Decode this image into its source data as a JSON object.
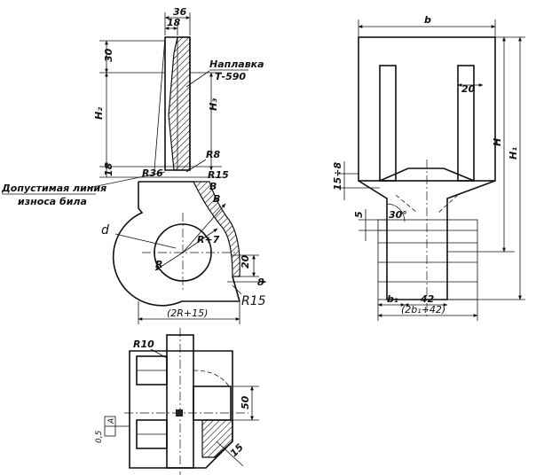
{
  "labels": {
    "dim_36": "36",
    "dim_18": "18",
    "dim_30": "30",
    "dim_H2": "H₂",
    "dim_H3": "H₃",
    "dim_18b": "18",
    "dim_R8": "R8",
    "dim_R36": "R36",
    "dim_R15a": "R15",
    "dim_B_small": "B",
    "naplavka_1": "Наплавка",
    "naplavka_2": "Т-590",
    "wear_1": "Допустимая линия",
    "wear_2": "износа била",
    "dim_d": "d",
    "dim_R": "R",
    "dim_R7": "R+7",
    "dim_20a": "20",
    "dim_8": "8",
    "dim_R15b": "R15",
    "dim_2R15": "(2R+15)",
    "dim_b": "b",
    "dim_20b": "20",
    "dim_H": "H",
    "dim_H1": "H₁",
    "dim_15_8": "15÷8",
    "dim_5": "5",
    "dim_30deg": "30°",
    "dim_b1": "b₁",
    "dim_42": "42",
    "dim_2b1_42": "(2b₁+42)",
    "dim_R10": "R10",
    "dim_05": "0,5",
    "dim_A": "A",
    "dim_50": "50",
    "dim_15": "15"
  }
}
